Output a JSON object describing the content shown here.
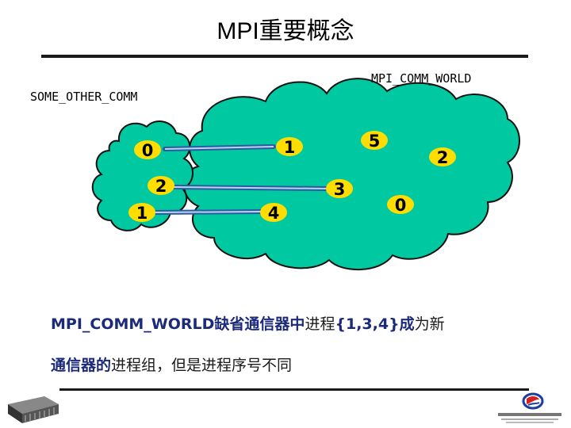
{
  "title": "MPI重要概念",
  "labels": {
    "world": "MPI_COMM_WORLD",
    "other": "SOME_OTHER_COMM"
  },
  "nodes": {
    "other_0": "0",
    "other_1": "1",
    "other_2": "2",
    "world_0": "0",
    "world_1": "1",
    "world_2": "2",
    "world_3": "3",
    "world_4": "4",
    "world_5": "5"
  },
  "caption": {
    "line1_bold": "MPI_COMM_WORLD缺省通信器中",
    "line1_normal": "进程",
    "line1_bold2": "{1,3,4}成",
    "line1_normal2": "为新",
    "line2_bold": "通信器的",
    "line2_normal": "进程组，但是进程序号不同"
  },
  "colors": {
    "cloud_fill": "#00c8a0",
    "arrow": "#5a8fd0",
    "badge": "#ffdd00",
    "caption_bold": "#1c2a7a"
  },
  "icons": {
    "left_logo": "server-rack-logo",
    "right_logo": "supercomputing-center-logo"
  }
}
